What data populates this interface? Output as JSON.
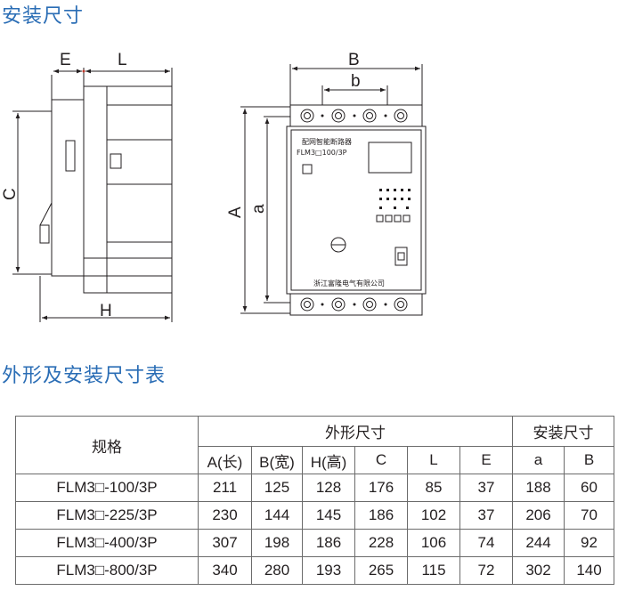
{
  "section_install_title": "安装尺寸",
  "section_table_title": "外形及安装尺寸表",
  "dims": {
    "E": "E",
    "L": "L",
    "C": "C",
    "H": "H",
    "B": "B",
    "b": "b",
    "A": "A",
    "a": "a"
  },
  "device": {
    "name": "配网智能断路器",
    "model": "FLM3□100/3P",
    "maker": "浙江富隆电气有限公司"
  },
  "table": {
    "spec_header": "规格",
    "outline_header": "外形尺寸",
    "install_header": "安装尺寸",
    "columns": [
      "A(长)",
      "B(宽)",
      "H(高)",
      "C",
      "L",
      "E",
      "a",
      "B"
    ],
    "rows": [
      {
        "spec": "FLM3□-100/3P",
        "values": [
          "211",
          "125",
          "128",
          "176",
          "85",
          "37",
          "188",
          "60"
        ]
      },
      {
        "spec": "FLM3□-225/3P",
        "values": [
          "230",
          "144",
          "145",
          "186",
          "102",
          "37",
          "206",
          "70"
        ]
      },
      {
        "spec": "FLM3□-400/3P",
        "values": [
          "307",
          "198",
          "186",
          "228",
          "106",
          "74",
          "244",
          "92"
        ]
      },
      {
        "spec": "FLM3□-800/3P",
        "values": [
          "340",
          "280",
          "193",
          "265",
          "115",
          "72",
          "302",
          "140"
        ]
      }
    ]
  }
}
